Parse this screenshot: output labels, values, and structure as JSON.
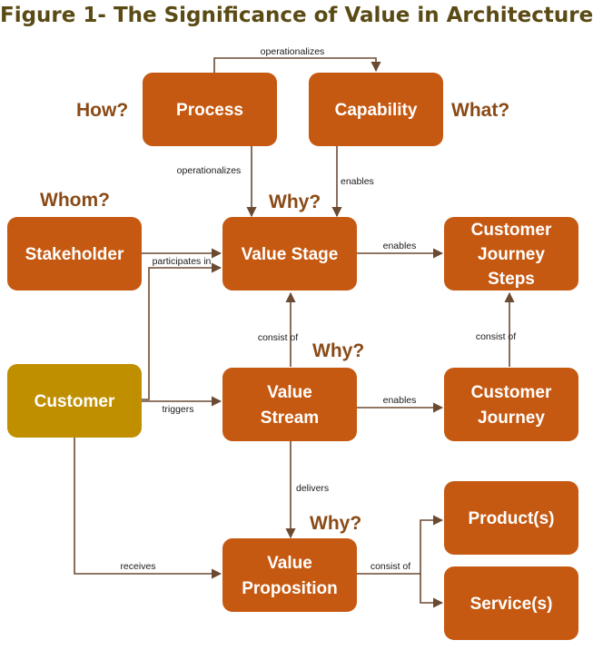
{
  "title": "Figure  1- The Significance of Value in Architecture",
  "colors": {
    "node": "#c65911",
    "customer": "#bf8f00",
    "question": "#8a4a16",
    "edge": "#6b4a32",
    "title": "#5a4a14"
  },
  "nodes": {
    "process": {
      "lines": [
        "Process"
      ]
    },
    "capability": {
      "lines": [
        "Capability"
      ]
    },
    "stakeholder": {
      "lines": [
        "Stakeholder"
      ]
    },
    "value_stage": {
      "lines": [
        "Value Stage"
      ]
    },
    "cj_steps": {
      "lines": [
        "Customer",
        "Journey",
        "Steps"
      ]
    },
    "customer": {
      "lines": [
        "Customer"
      ]
    },
    "value_stream": {
      "lines": [
        "Value",
        "Stream"
      ]
    },
    "customer_journey": {
      "lines": [
        "Customer",
        "Journey"
      ]
    },
    "product": {
      "lines": [
        "Product(s)"
      ]
    },
    "value_proposition": {
      "lines": [
        "Value",
        "Proposition"
      ]
    },
    "service": {
      "lines": [
        "Service(s)"
      ]
    }
  },
  "questions": {
    "how": "How?",
    "what": "What?",
    "whom": "Whom?",
    "why_stage": "Why?",
    "why_stream": "Why?",
    "why_proposition": "Why?"
  },
  "edge_labels": {
    "operationalizes_top": "operationalizes",
    "operationalizes": "operationalizes",
    "enables_capability": "enables",
    "participates_in": "participates in",
    "enables_stage": "enables",
    "consist_of_stream": "consist of",
    "consist_of_journey": "consist of",
    "triggers": "triggers",
    "enables_stream": "enables",
    "delivers": "delivers",
    "receives": "receives",
    "consist_of_proposition": "consist of"
  }
}
